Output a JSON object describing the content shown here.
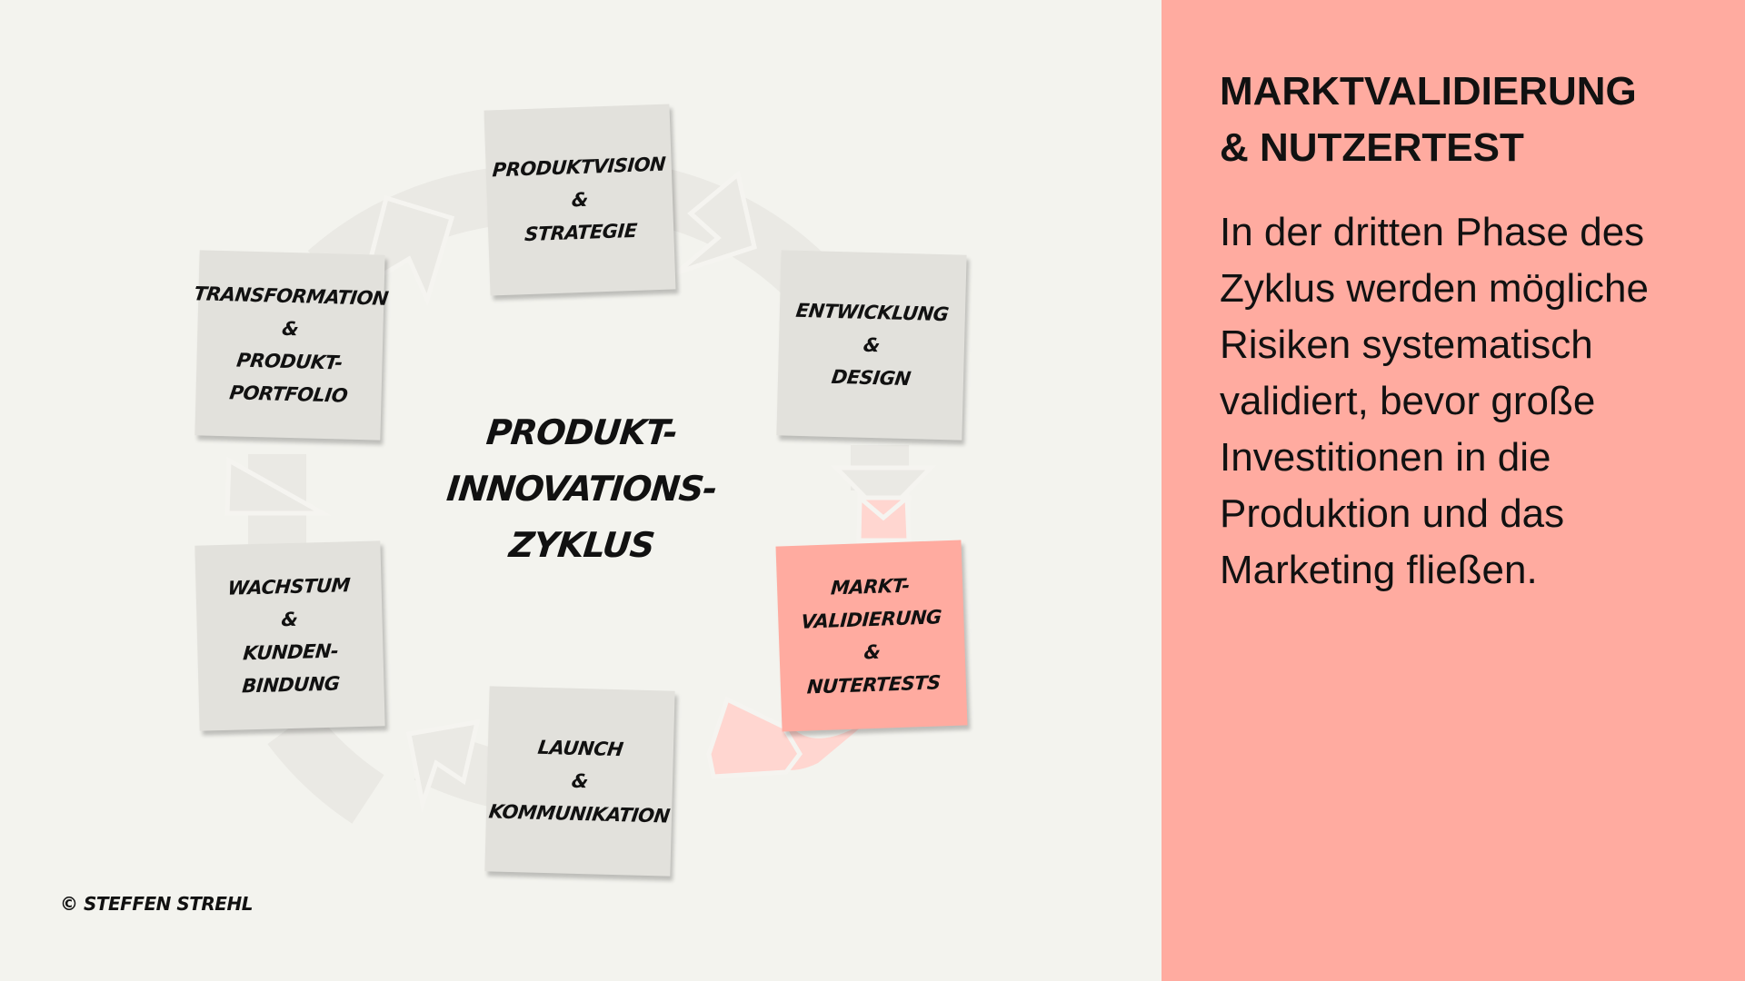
{
  "diagram": {
    "center_title": [
      "PRODUKT-",
      "INNOVATIONS-",
      "ZYKLUS"
    ],
    "phases": [
      {
        "id": "produktvision",
        "lines": [
          "PRODUKTVISION",
          "&",
          "STRATEGIE"
        ],
        "active": false
      },
      {
        "id": "entwicklung",
        "lines": [
          "ENTWICKLUNG",
          "&",
          "DESIGN"
        ],
        "active": false
      },
      {
        "id": "marktvalidierung",
        "lines": [
          "MARKT-",
          "VALIDIERUNG",
          "&",
          "NUTERTESTS"
        ],
        "active": true
      },
      {
        "id": "launch",
        "lines": [
          "LAUNCH",
          "&",
          "KOMMUNIKATION"
        ],
        "active": false
      },
      {
        "id": "wachstum",
        "lines": [
          "WACHSTUM",
          "&",
          "KUNDEN-",
          "BINDUNG"
        ],
        "active": false
      },
      {
        "id": "transformation",
        "lines": [
          "TRANSFORMATION",
          "&",
          "PRODUKT-",
          "PORTFOLIO"
        ],
        "active": false
      }
    ],
    "copyright": "© STEFFEN STREHL"
  },
  "panel": {
    "title": [
      "MARKTVALIDIERUNG",
      "& NUTZERTEST"
    ],
    "body": "In der dritten Phase des Zyklus werden mögliche Risiken systematisch validiert, bevor große Investitionen in die Produktion und das Marketing fließen."
  },
  "colors": {
    "background": "#f3f3ee",
    "note": "#e2e1dc",
    "accent": "#ffaba0",
    "arrow": "#eae9e4",
    "arrow_active": "#ffd6d0"
  }
}
